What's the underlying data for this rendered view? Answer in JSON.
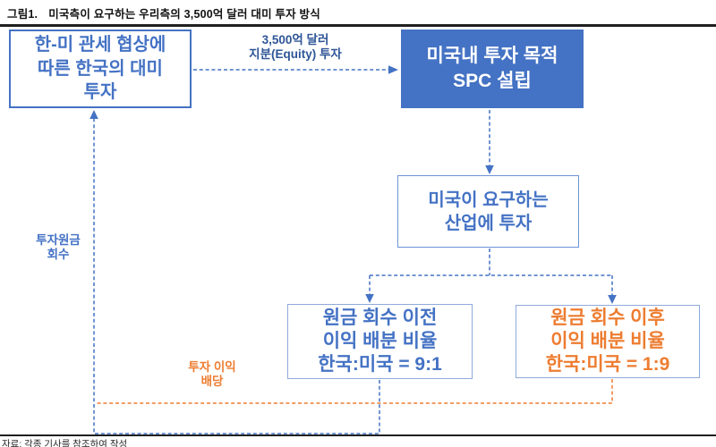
{
  "title": {
    "prefix": "그림1.",
    "text": "미국측이 요구하는 우리측의 3,500억 달러 대미 투자 방식"
  },
  "diagram": {
    "box_korea": {
      "lines": [
        "한-미 관세 협상에",
        "따른 한국의 대미",
        "투자"
      ]
    },
    "box_spc": {
      "lines": [
        "미국내 투자 목적",
        "SPC 설립"
      ]
    },
    "box_industry": {
      "lines": [
        "미국이 요구하는",
        "산업에 투자"
      ]
    },
    "box_before_recovery": {
      "lines": [
        "원금 회수 이전",
        "이익 배분 비율",
        "한국:미국 = 9:1"
      ]
    },
    "box_after_recovery": {
      "lines": [
        "원금 회수 이후",
        "이익 배분 비율",
        "한국:미국 = 1:9"
      ]
    },
    "label_equity_flow": {
      "lines": [
        "3,500억 달러",
        "지분(Equity) 투자"
      ]
    },
    "label_principal_return": {
      "lines": [
        "투자원금",
        "회수"
      ]
    },
    "label_profit_dividend": {
      "lines": [
        "투자 이익",
        "배당"
      ]
    }
  },
  "colors": {
    "box_blue": "#4472C4",
    "navy_label": "#2E5597",
    "orange": "#ED7D31",
    "light_blue_border": "#8FAADC"
  },
  "footer": {
    "source": "자료: 각종 기사를 참조하여 작성"
  }
}
